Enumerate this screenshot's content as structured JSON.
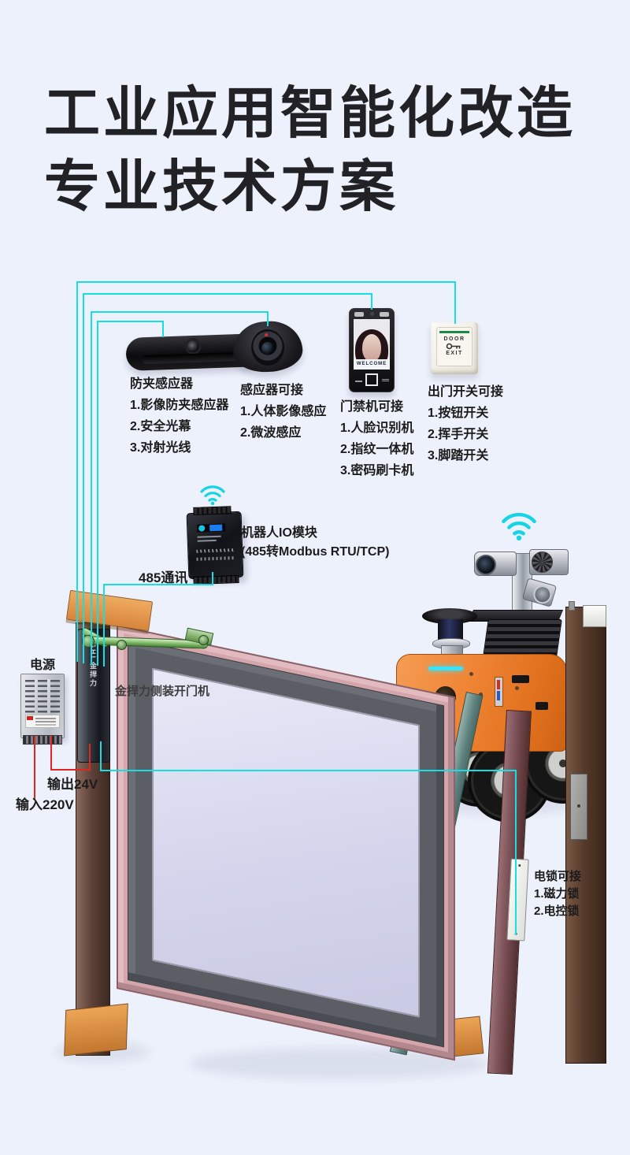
{
  "page": {
    "background": "#edf1fb"
  },
  "title": {
    "line1": "工业应用智能化改造",
    "line2": "专业技术方案"
  },
  "colors": {
    "signal_wire": "#15dfe3",
    "power_wire": "#e02622",
    "robot_orange": "#ef8535",
    "robot_led": "#39e2f8",
    "door_frame_pink": "#d4a6ac",
    "door_glass": "#d4d5ec",
    "post_brown": "#553a2c",
    "cap_orange": "#e29a53",
    "opener_arm_green": "#7cb464",
    "wifi_cyan": "#16d4e6",
    "exit_stripe_green": "#1d8a4a",
    "title_color": "#222226"
  },
  "devices": {
    "anti_pinch": {
      "heading": "防夹感应器",
      "items": [
        "1.影像防夹感应器",
        "2.安全光幕",
        "3.对射光线"
      ]
    },
    "sensor": {
      "heading": "感应器可接",
      "items": [
        "1.人体影像感应",
        "2.微波感应"
      ]
    },
    "access": {
      "heading": "门禁机可接",
      "items": [
        "1.人脸识别机",
        "2.指纹一体机",
        "3.密码刷卡机"
      ],
      "screen_text": "WELCOME"
    },
    "exit_switch": {
      "heading": "出门开关可接",
      "items": [
        "1.按钮开关",
        "2.挥手开关",
        "3.脚踏开关"
      ],
      "button_line1": "DOOR",
      "button_line2": "EXIT"
    },
    "io_module": {
      "label_line1": "机器人IO模块",
      "label_line2": "(485转Modbus RTU/TCP)",
      "bus_label": "485通讯"
    },
    "power": {
      "heading": "电源",
      "output_label": "输出24V",
      "input_label": "输入220V"
    },
    "opener": {
      "label": "金捍力侧装开门机",
      "brand_vertical": "GHL金捍力"
    },
    "lock": {
      "heading": "电锁可接",
      "items": [
        "1.磁力锁",
        "2.电控锁"
      ]
    }
  }
}
